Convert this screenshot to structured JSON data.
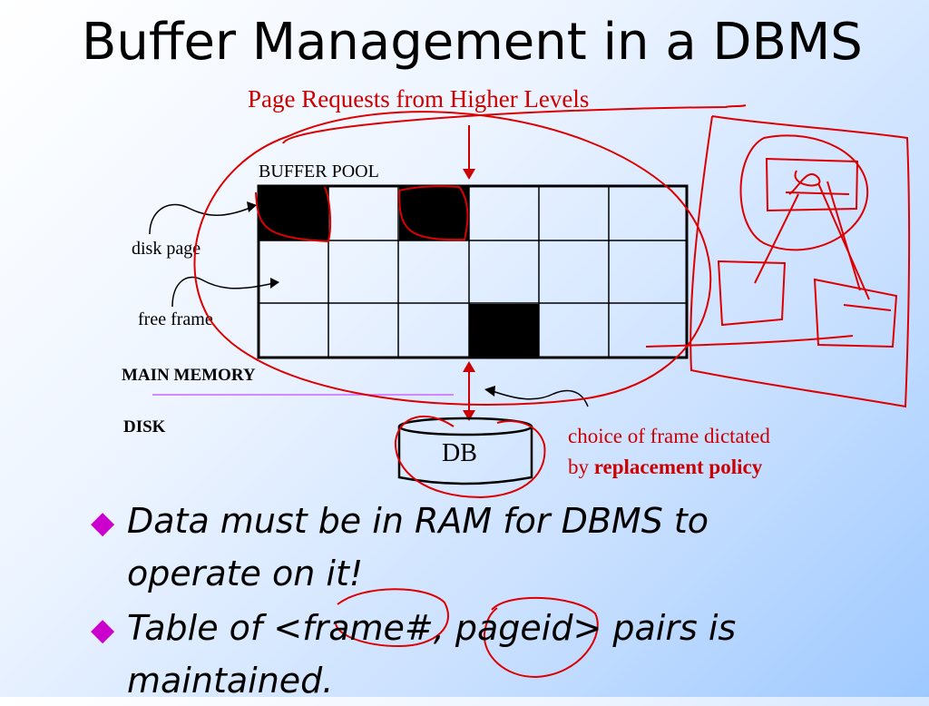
{
  "slide": {
    "title": "Buffer Management in a DBMS"
  },
  "diagram": {
    "page_requests": "Page Requests from Higher Levels",
    "buffer_pool": "BUFFER POOL",
    "disk_page": "disk page",
    "free_frame": "free frame",
    "main_memory": "MAIN MEMORY",
    "disk": "DISK",
    "db": "DB",
    "choice_line1": "choice of frame dictated",
    "choice_line2_prefix": "by ",
    "choice_line2_bold": "replacement policy"
  },
  "bullets": [
    {
      "line1": "Data must be in RAM for DBMS to",
      "line2": "operate on it!"
    },
    {
      "line1": "Table of <frame#, pageid> pairs is",
      "line2": "maintained."
    }
  ],
  "colors": {
    "accent_red": "#cc0000",
    "bullet_diamond": "#cc00cc",
    "divider": "#cc66ff"
  }
}
